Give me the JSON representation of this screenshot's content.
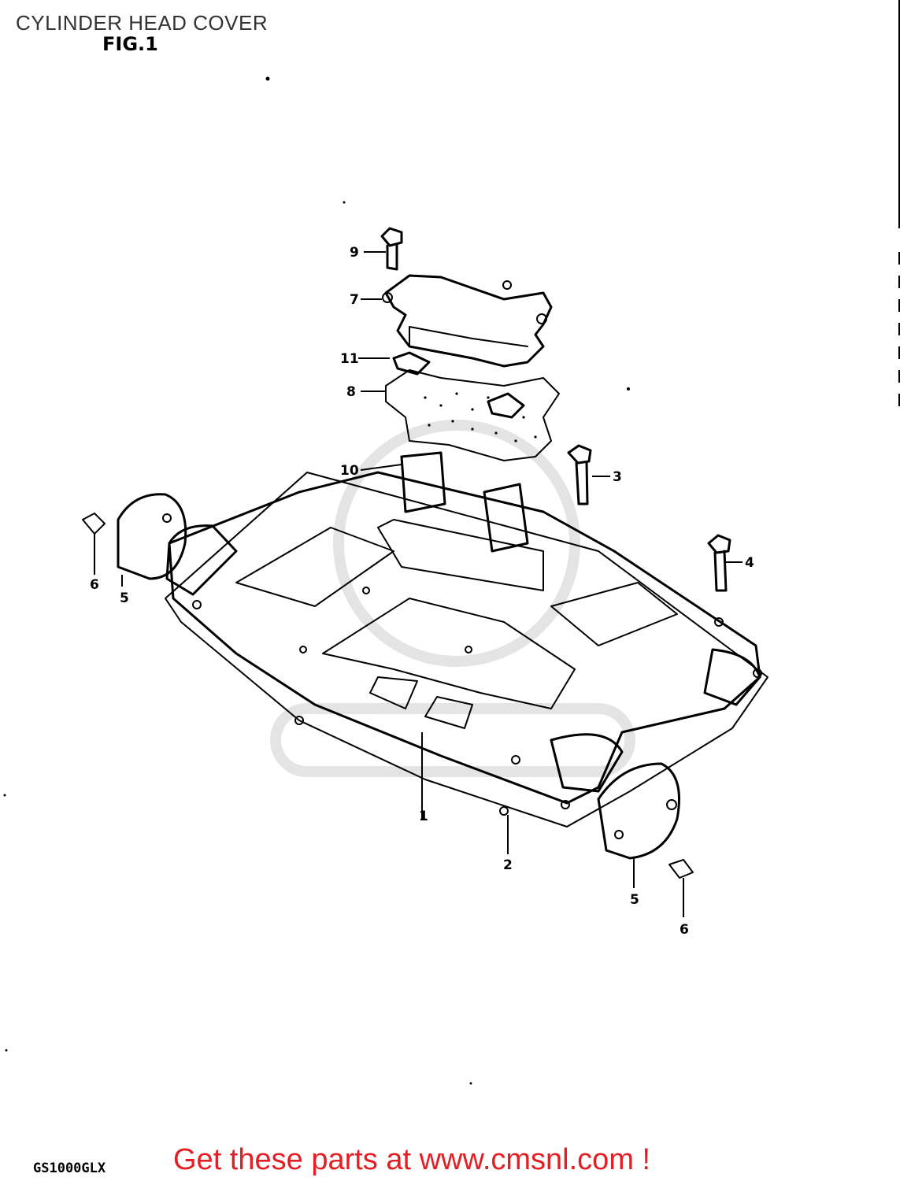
{
  "header": {
    "title": "CYLINDER HEAD COVER",
    "figure_label": "FIG.1"
  },
  "footer": {
    "model_code": "GS1000GLX",
    "cta_text": "Get these parts at www.cmsnl.com !",
    "cta_color": "#e31e24"
  },
  "diagram": {
    "callouts": [
      "9",
      "7",
      "11",
      "8",
      "10",
      "3",
      "4",
      "6",
      "5",
      "1",
      "2",
      "5",
      "6"
    ]
  }
}
